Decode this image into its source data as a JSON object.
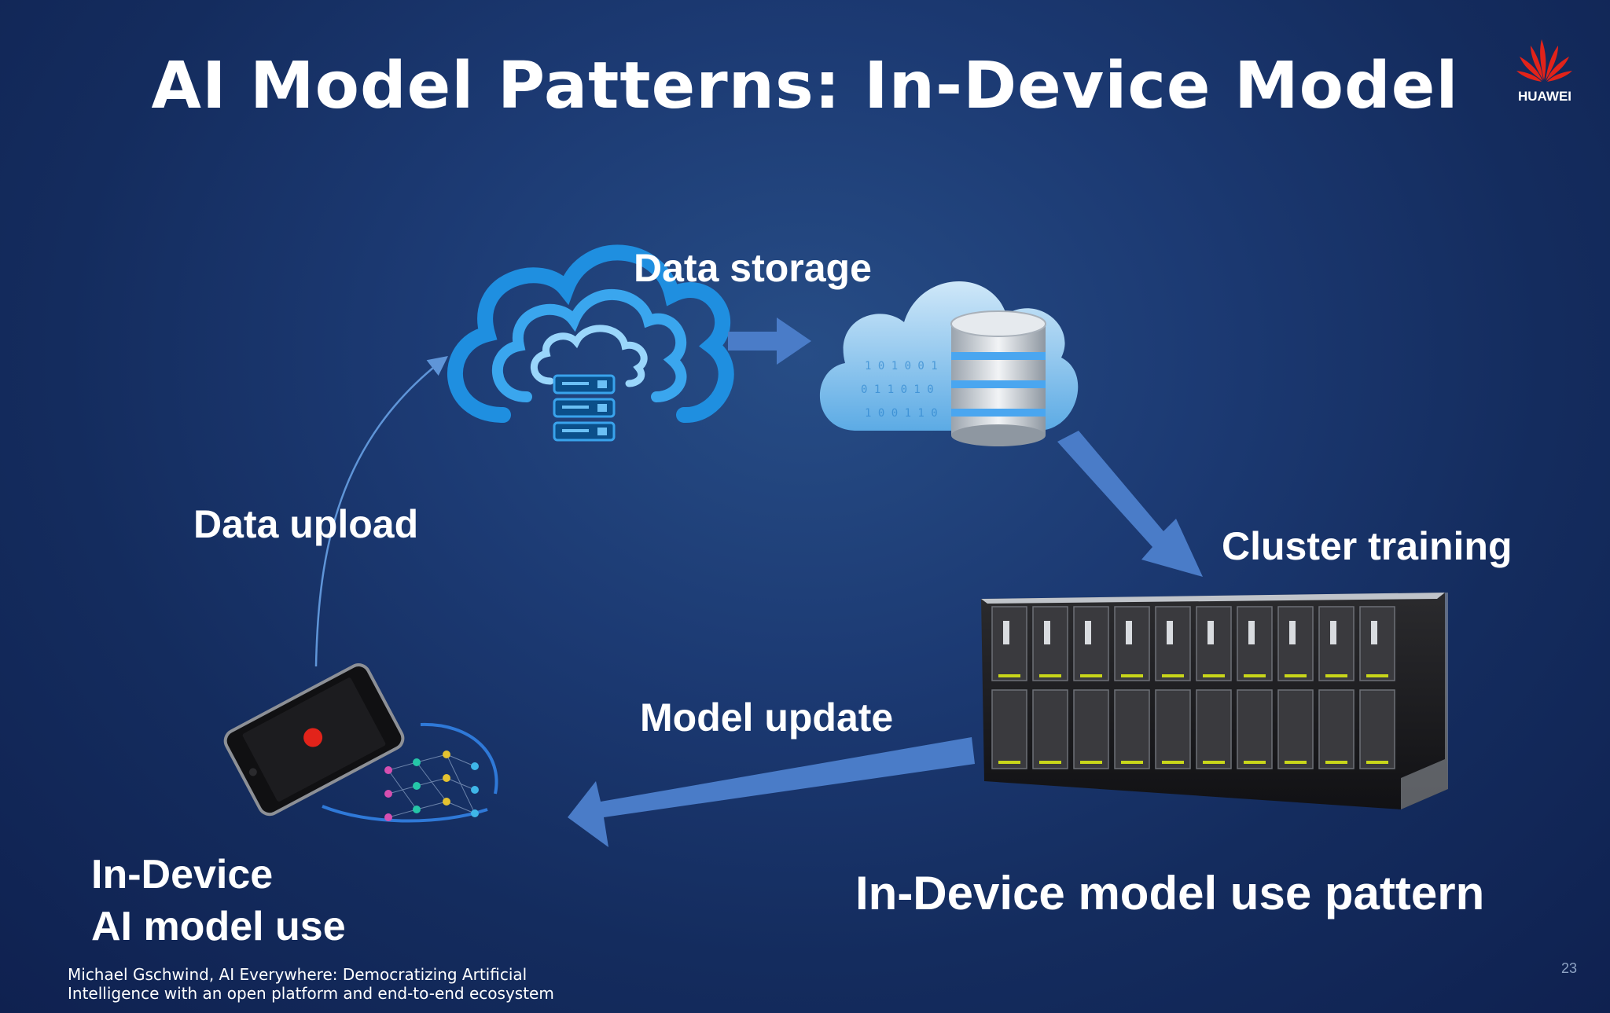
{
  "slide": {
    "title": "AI Model Patterns: In-Device Model",
    "logo_text": "HUAWEI",
    "labels": {
      "data_storage": "Data storage",
      "data_upload": "Data upload",
      "cluster_training": "Cluster training",
      "model_update": "Model update",
      "in_device_line1": "In-Device",
      "in_device_line2": "AI model use",
      "pattern": "In-Device model use pattern"
    },
    "citation_line1": "Michael Gschwind, AI Everywhere:  Democratizing Artificial",
    "citation_line2": "Intelligence with an open platform and end-to-end ecosystem",
    "page_number": "23"
  },
  "colors": {
    "background": "#1c3a73",
    "arrow": "#4a7cc8",
    "cloud_blue": "#1f8fe0",
    "logo_red": "#e2231a"
  }
}
